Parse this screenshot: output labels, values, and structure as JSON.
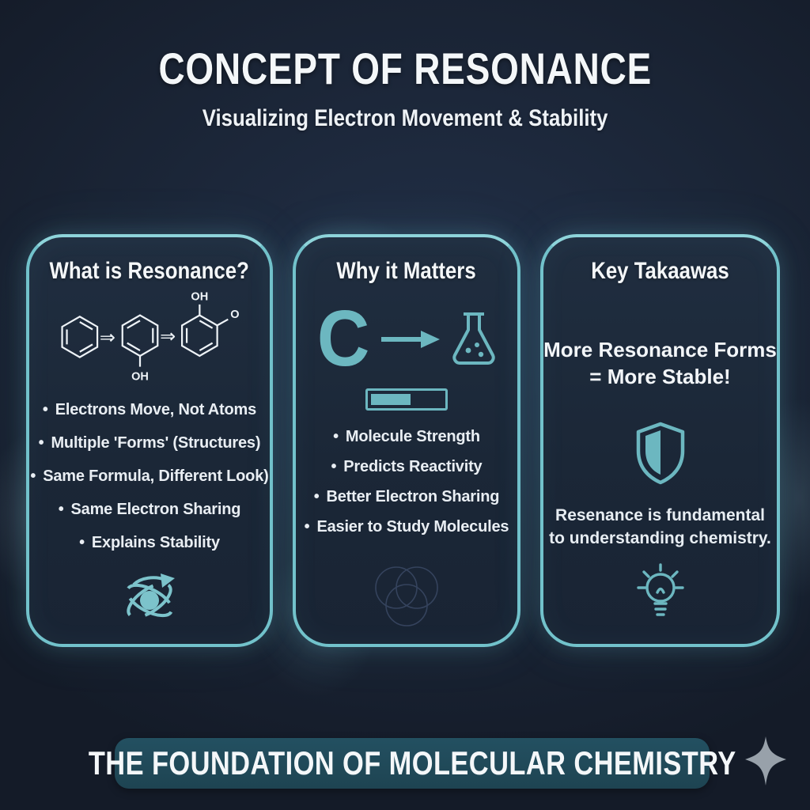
{
  "header": {
    "title": "CONCEPT OF RESONANCE",
    "subtitle": "Visualizing Electron Movement & Stability"
  },
  "card_what": {
    "title": "What is Resonance?",
    "arrow_glyph": "⇒",
    "label_oh_bottom": "OH",
    "label_oh_top": "OH",
    "label_o_right": "O",
    "bullets": [
      "Electrons Move, Not Atoms",
      "Multiple 'Forms' (Structures)",
      "Same Formula, Different Look)",
      "Same Electron Sharing",
      "Explains Stability"
    ]
  },
  "card_why": {
    "title": "Why it Matters",
    "big_letter": "C",
    "bullets": [
      "Molecule Strength",
      "Predicts Reactivity",
      "Better Electron Sharing",
      "Easier to Study Molecules"
    ]
  },
  "card_key": {
    "title": "Key Takaawas",
    "statement_line1": "More Resonance Forms",
    "statement_line2": "= More Stable!",
    "note_line1": "Resenance is fundamental",
    "note_line2": "to understanding chemistry."
  },
  "footer": {
    "banner": "THE FOUNDATION OF MOLECULAR CHEMISTRY"
  },
  "colors": {
    "background": "#18222f",
    "card_background": "#1d2a3b",
    "border_teal": "#72c2cb",
    "accent_teal": "#6cb7c0",
    "banner_background": "#1f4653",
    "text_white": "#f2f5f7",
    "sparkle_gray": "#98a1aa"
  }
}
